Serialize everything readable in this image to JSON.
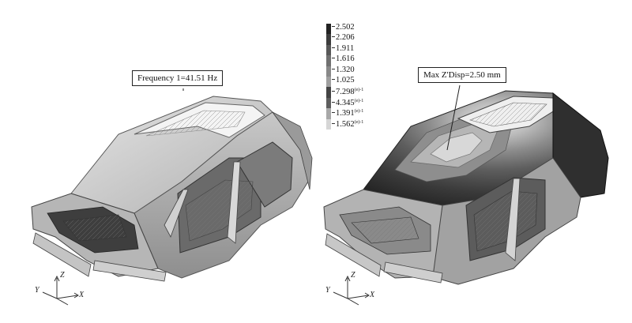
{
  "left_panel": {
    "annotation": "Frequency 1=41.51 Hz"
  },
  "right_panel": {
    "annotation": "Max Z'Disp=2.50 mm"
  },
  "legend": {
    "values": [
      {
        "mant": "2.502",
        "exp": "",
        "sign": ""
      },
      {
        "mant": "2.206",
        "exp": "",
        "sign": ""
      },
      {
        "mant": "1.911",
        "exp": "",
        "sign": ""
      },
      {
        "mant": "1.616",
        "exp": "",
        "sign": ""
      },
      {
        "mant": "1.320",
        "exp": "",
        "sign": ""
      },
      {
        "mant": "1.025",
        "exp": "",
        "sign": ""
      },
      {
        "mant": "7.298",
        "exp": "(e)-1",
        "sign": ""
      },
      {
        "mant": "4.345",
        "exp": "(e)-1",
        "sign": ""
      },
      {
        "mant": "1.391",
        "exp": "(e)-1",
        "sign": ""
      },
      {
        "mant": "1.562",
        "exp": "(e)-1",
        "sign": ""
      }
    ],
    "shades": [
      "#222222",
      "#3c3c3c",
      "#585858",
      "#707070",
      "#888888",
      "#9f9f9f",
      "#444444",
      "#5e5e5e",
      "#a8a8a8",
      "#d6d6d6"
    ]
  },
  "axes": {
    "z": "Z",
    "y": "Y",
    "x": "X"
  },
  "colors": {
    "body_light": "#d9d9d9",
    "body_mid": "#a6a6a6",
    "body_dark": "#3a3a3a",
    "ink": "#222222"
  }
}
